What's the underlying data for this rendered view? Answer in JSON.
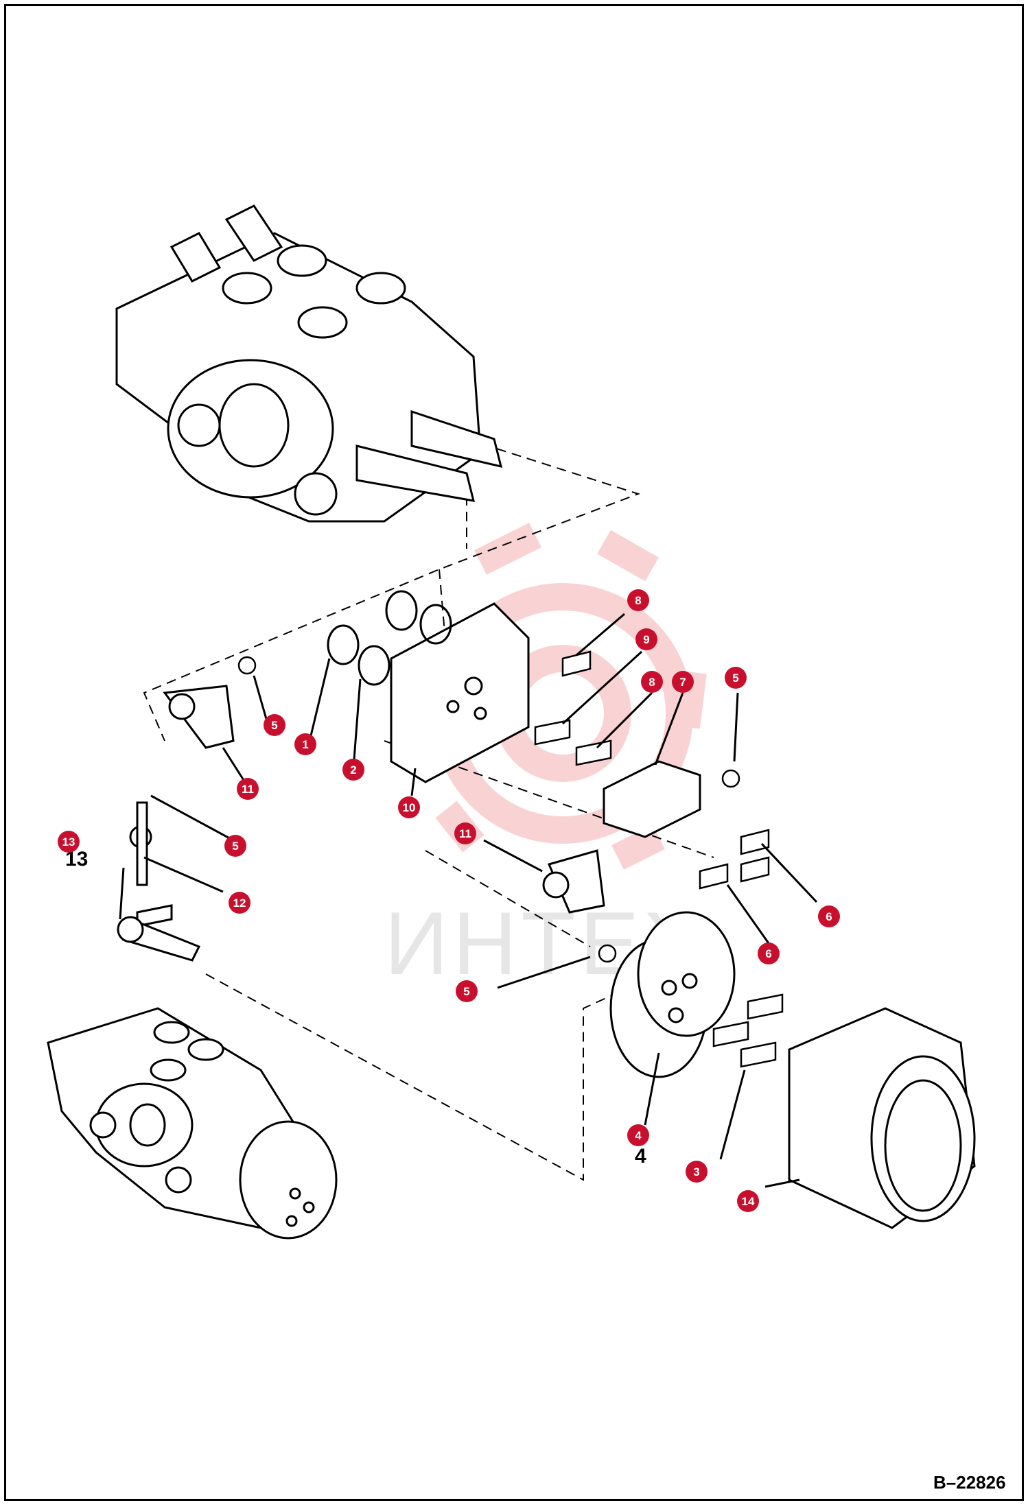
{
  "document_number": "B–22826",
  "watermark": "ИНТЕХ",
  "colors": {
    "callout": "#c8102e",
    "watermark": "#f3b3b3",
    "line": "#000000"
  },
  "callouts": [
    {
      "id": "1",
      "label": "1"
    },
    {
      "id": "2",
      "label": "2"
    },
    {
      "id": "3",
      "label": "3"
    },
    {
      "id": "4",
      "label": "4"
    },
    {
      "id": "5a",
      "label": "5"
    },
    {
      "id": "5b",
      "label": "5"
    },
    {
      "id": "5c",
      "label": "5"
    },
    {
      "id": "5d",
      "label": "5"
    },
    {
      "id": "6a",
      "label": "6"
    },
    {
      "id": "6b",
      "label": "6"
    },
    {
      "id": "7",
      "label": "7"
    },
    {
      "id": "8a",
      "label": "8"
    },
    {
      "id": "8b",
      "label": "8"
    },
    {
      "id": "9",
      "label": "9"
    },
    {
      "id": "10",
      "label": "10"
    },
    {
      "id": "11a",
      "label": "11"
    },
    {
      "id": "11b",
      "label": "11"
    },
    {
      "id": "12",
      "label": "12"
    },
    {
      "id": "13",
      "label": "13"
    },
    {
      "id": "14",
      "label": "14"
    }
  ]
}
